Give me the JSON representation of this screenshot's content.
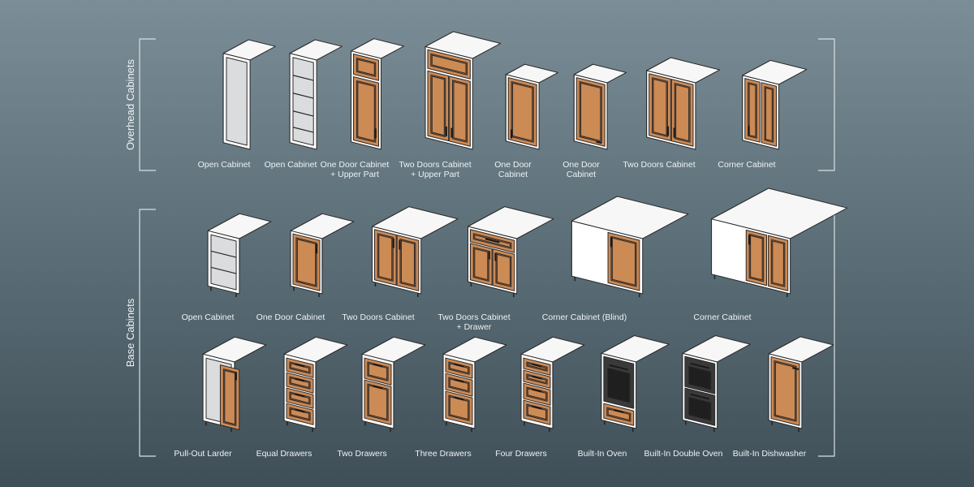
{
  "sections": {
    "overhead": "Overhead Cabinets",
    "base": "Base Cabinets"
  },
  "colors": {
    "top": "#f7f7f7",
    "side": "#c2c4c5",
    "front_white": "#ffffff",
    "wood": "#cc8a55",
    "wood_edge": "#a86636",
    "appliance": "#3a3a3a",
    "label": "#eef2f3"
  },
  "rows": {
    "overhead": [
      {
        "label": [
          "Open Cabinet"
        ]
      },
      {
        "label": [
          "Open Cabinet"
        ]
      },
      {
        "label": [
          "One Door Cabinet",
          "+ Upper Part"
        ]
      },
      {
        "label": [
          "Two Doors Cabinet",
          "+ Upper Part"
        ]
      },
      {
        "label": [
          "One Door",
          "Cabinet"
        ]
      },
      {
        "label": [
          "One Door",
          "Cabinet"
        ]
      },
      {
        "label": [
          "Two Doors Cabinet"
        ]
      },
      {
        "label": [
          "Corner Cabinet"
        ]
      }
    ],
    "base": [
      {
        "label": [
          "Open Cabinet"
        ]
      },
      {
        "label": [
          "One Door Cabinet"
        ]
      },
      {
        "label": [
          "Two Doors Cabinet"
        ]
      },
      {
        "label": [
          "Two Doors Cabinet",
          "+ Drawer"
        ]
      },
      {
        "label": [
          "Corner Cabinet (Blind)"
        ]
      },
      {
        "label": [
          "Corner Cabinet"
        ]
      }
    ],
    "tall_base": [
      {
        "label": [
          "Pull-Out Larder"
        ]
      },
      {
        "label": [
          "Equal Drawers"
        ]
      },
      {
        "label": [
          "Two Drawers"
        ]
      },
      {
        "label": [
          "Three Drawers"
        ]
      },
      {
        "label": [
          "Four Drawers"
        ]
      },
      {
        "label": [
          "Built-In Oven"
        ]
      },
      {
        "label": [
          "Built-In Double Oven"
        ]
      },
      {
        "label": [
          "Built-In Dishwasher"
        ]
      }
    ]
  }
}
